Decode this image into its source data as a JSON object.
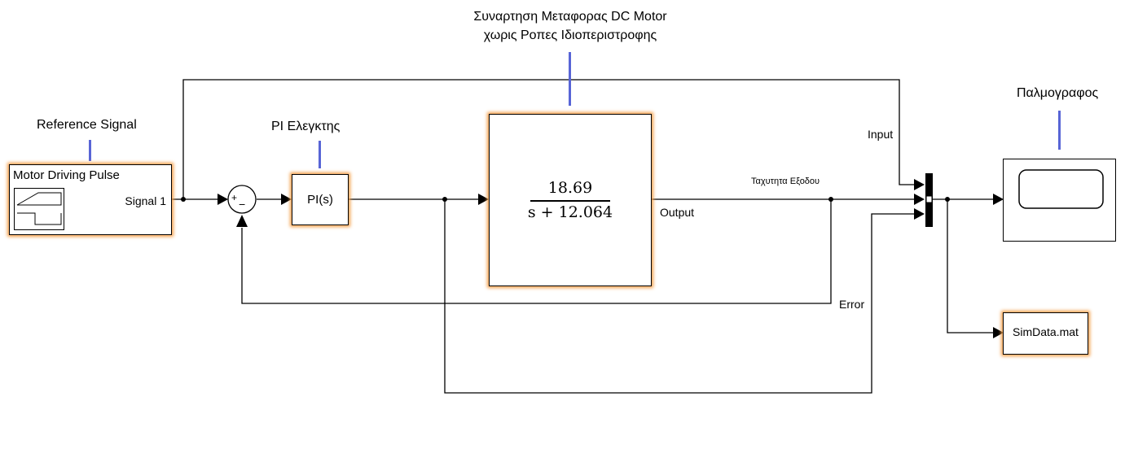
{
  "annotations": {
    "transfer_function_line1": "Συναρτηση Μεταφορας DC Motor",
    "transfer_function_line2": "χωρις Ροπες Ιδιοπεριστροφης",
    "reference": "Reference Signal",
    "pi": "PI Ελεγκτης",
    "scope": "Παλμογραφος"
  },
  "blocks": {
    "source": {
      "title": "Motor Driving Pulse",
      "port": "Signal 1"
    },
    "sum": {
      "plus": "+",
      "minus": "−"
    },
    "pi": {
      "label": "PI(s)"
    },
    "transfer_function": {
      "numerator": "18.69",
      "denominator": "s + 12.064"
    },
    "to_file": {
      "label": "SimData.mat"
    }
  },
  "signals": {
    "output": "Output",
    "speed": "Ταχυτητα Εξοδου",
    "input": "Input",
    "error": "Error"
  },
  "colors": {
    "annotation_line": "#5865d6",
    "highlight": "#f5a04a"
  }
}
